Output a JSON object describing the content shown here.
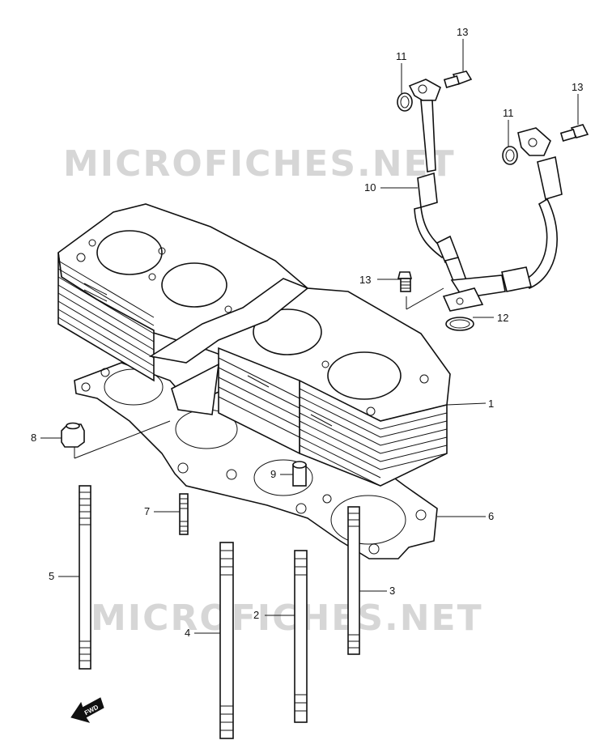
{
  "watermarks": [
    "MICROFICHES.NET",
    "MICROFICHES.NET"
  ],
  "fwd_label": "FWD",
  "callouts": {
    "c1": "1",
    "c2": "2",
    "c3": "3",
    "c4": "4",
    "c5": "5",
    "c6": "6",
    "c7": "7",
    "c8": "8",
    "c9": "9",
    "c10": "10",
    "c11a": "11",
    "c11b": "11",
    "c12": "12",
    "c13a": "13",
    "c13b": "13",
    "c13c": "13"
  }
}
